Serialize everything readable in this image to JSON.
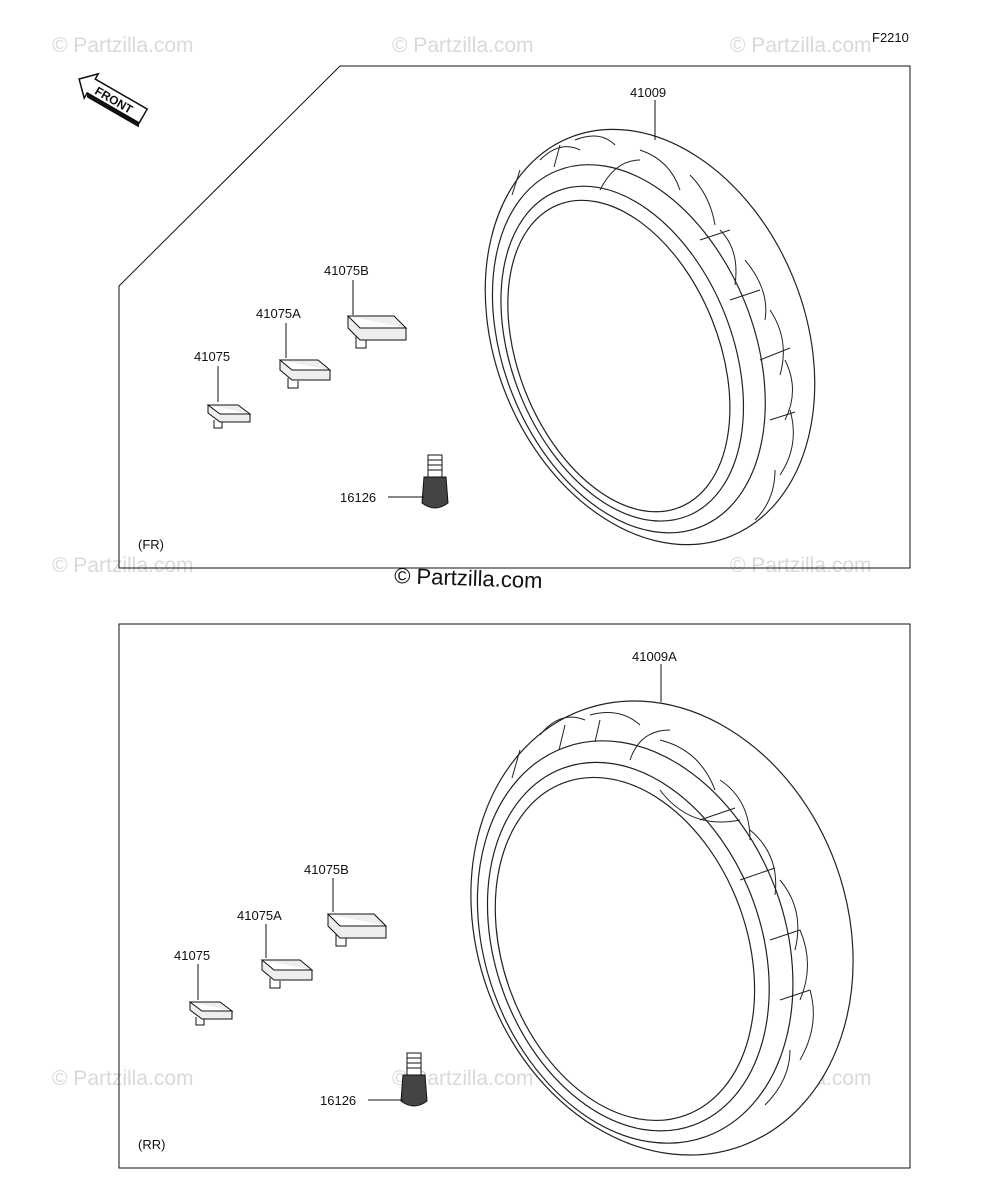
{
  "figure_code": "F2210",
  "front_arrow_label": "FRONT",
  "watermark_text": "© Partzilla.com",
  "center_watermark": "© Partzilla.com",
  "panels": {
    "front": {
      "section_label": "(FR)",
      "parts": {
        "tire": "41009",
        "weight_a": "41075",
        "weight_b": "41075A",
        "weight_c": "41075B",
        "valve": "16126"
      }
    },
    "rear": {
      "section_label": "(RR)",
      "parts": {
        "tire": "41009A",
        "weight_a": "41075",
        "weight_b": "41075A",
        "weight_c": "41075B",
        "valve": "16126"
      }
    }
  },
  "colors": {
    "line": "#111111",
    "watermark": "#d9d9d9"
  }
}
